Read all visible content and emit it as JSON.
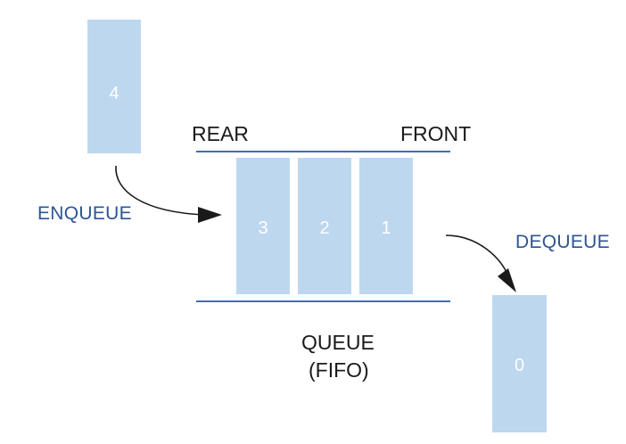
{
  "diagram": {
    "title": "QUEUE",
    "subtitle": "(FIFO)",
    "end_labels": {
      "rear": "REAR",
      "front": "FRONT"
    },
    "operations": {
      "enqueue": "ENQUEUE",
      "dequeue": "DEQUEUE"
    },
    "colors": {
      "box_fill": "#bdd7ee",
      "box_text": "#ffffff",
      "rail": "#3d6fb4",
      "operation_text": "#2e5496",
      "label_text": "#1a1a1a",
      "arrow": "#1a1a1a",
      "background": "#ffffff"
    },
    "incoming_element": {
      "value": "4",
      "role": "element-being-enqueued"
    },
    "queue_elements": [
      {
        "value": "3",
        "position": "rear"
      },
      {
        "value": "2",
        "position": "middle"
      },
      {
        "value": "1",
        "position": "front"
      }
    ],
    "outgoing_element": {
      "value": "0",
      "role": "element-dequeued"
    }
  }
}
